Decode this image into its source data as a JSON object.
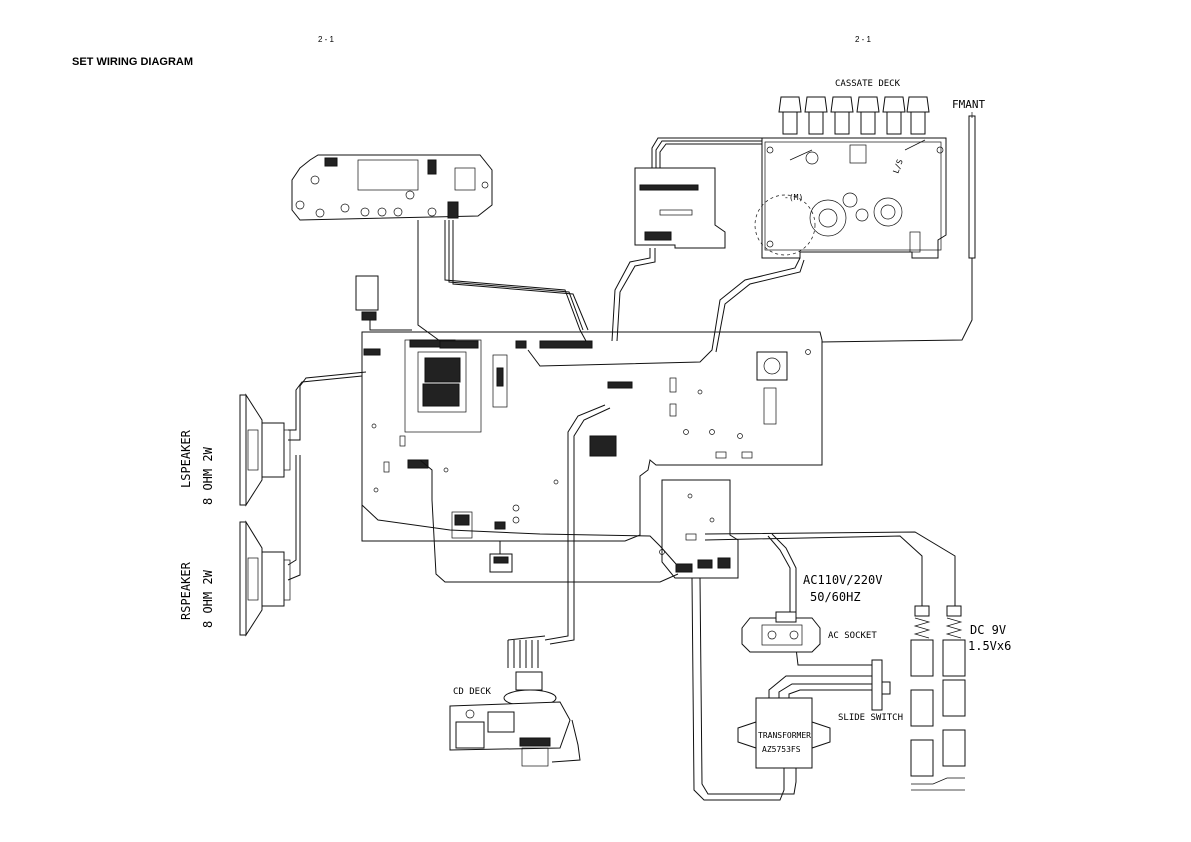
{
  "page": {
    "page_number_left": "2 - 1",
    "page_number_right": "2 - 1",
    "title": "SET WIRING DIAGRAM"
  },
  "labels": {
    "cassette_deck": "CASSATE DECK",
    "fm_antenna": "FMANT",
    "l_speaker_line1": "LSPEAKER",
    "l_speaker_line2": "8 OHM 2W",
    "r_speaker_line1": "RSPEAKER",
    "r_speaker_line2": "8 OHM 2W",
    "ac_voltage": "AC110V/220V",
    "ac_freq": "50/60HZ",
    "ac_socket": "AC SOCKET",
    "dc_voltage": "DC 9V",
    "battery": "1.5Vx6",
    "slide_switch": "SLIDE SWITCH",
    "transformer_line1": "TRANSFORMER",
    "transformer_line2": "AZ5753FS",
    "cd_deck": "CD DECK",
    "deck_motor_mark": "-(M)",
    "deck_switch_mark": "L/S"
  },
  "colors": {
    "line": "#111111",
    "background": "#ffffff"
  }
}
